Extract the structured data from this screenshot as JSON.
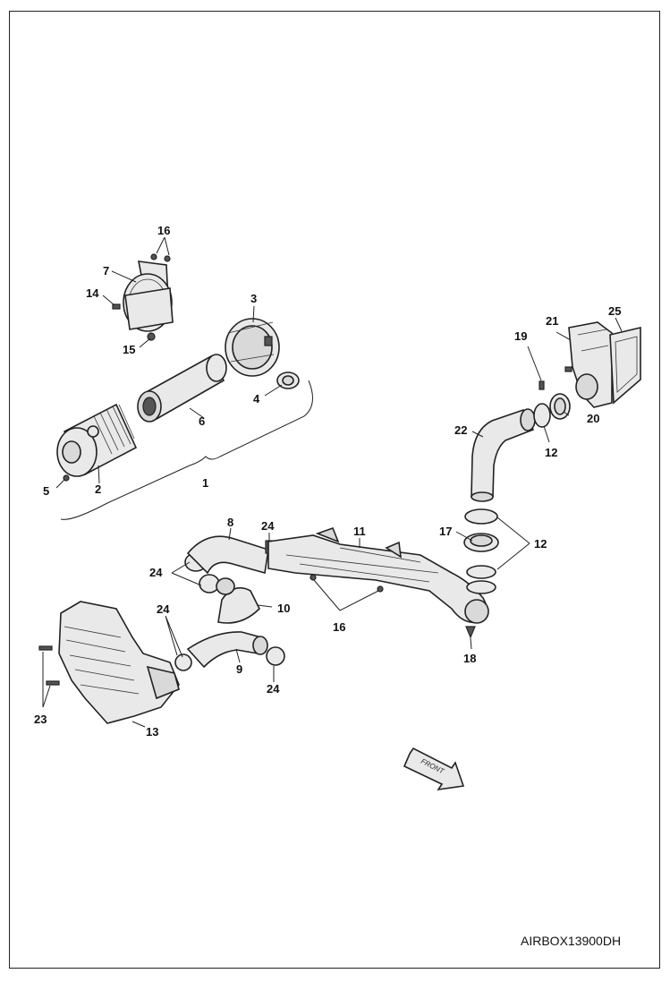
{
  "drawing_id": "AIRBOX13900DH",
  "front_label": "FRONT",
  "callouts": {
    "c1": "1",
    "c2": "2",
    "c3": "3",
    "c4": "4",
    "c5": "5",
    "c6": "6",
    "c7": "7",
    "c8": "8",
    "c9": "9",
    "c10": "10",
    "c11": "11",
    "c12a": "12",
    "c12b": "12",
    "c13": "13",
    "c14": "14",
    "c15": "15",
    "c16a": "16",
    "c16b": "16",
    "c17": "17",
    "c18": "18",
    "c19": "19",
    "c20": "20",
    "c21": "21",
    "c22": "22",
    "c23": "23",
    "c24a": "24",
    "c24b": "24",
    "c24c": "24",
    "c24d": "24",
    "c25": "25"
  }
}
